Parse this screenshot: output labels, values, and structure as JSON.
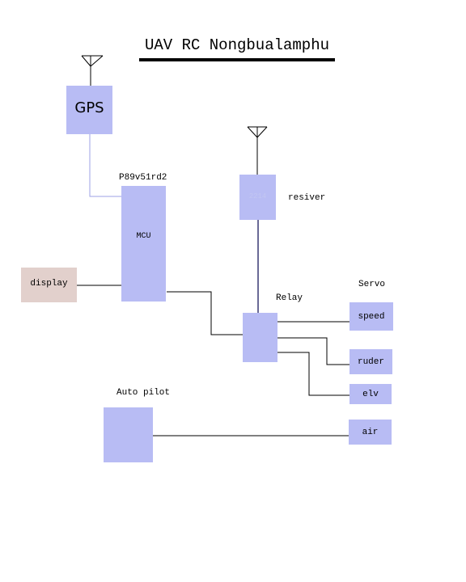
{
  "title": "UAV RC  Nongbualamphu",
  "colors": {
    "block_fill": "#b8bcf4",
    "display_fill": "#e2d0cc",
    "wire": "#000000",
    "gps_wire": "#9ea2e6",
    "radio_wire": "#1a1a5e"
  },
  "blocks": {
    "gps": "GPS",
    "receiver_inner": "2214",
    "mcu": "MCU",
    "display": "display"
  },
  "labels": {
    "mcu_part": "P89v51rd2",
    "receiver": "resiver",
    "relay": "Relay",
    "servo": "Servo",
    "autopilot": "Auto pilot"
  },
  "servos": [
    "speed",
    "ruder",
    "elv",
    "air"
  ],
  "icons": [
    "antenna-icon",
    "antenna-icon"
  ]
}
